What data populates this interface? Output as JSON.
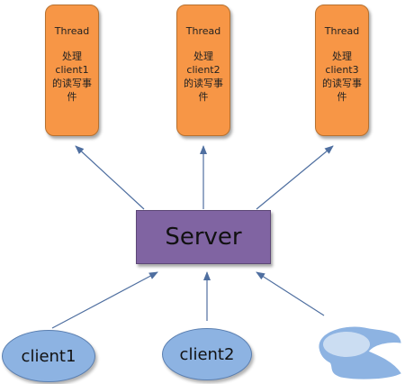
{
  "threads": [
    {
      "name": "Thread",
      "desc": "处理client1的读写事件"
    },
    {
      "name": "Thread",
      "desc": "处理client2的读写事件"
    },
    {
      "name": "Thread",
      "desc": "处理client3的读写事件"
    }
  ],
  "server": {
    "label": "Server"
  },
  "clients": [
    {
      "label": "client1"
    },
    {
      "label": "client2"
    }
  ],
  "colors": {
    "thread": "#f79646",
    "server": "#8064a2",
    "client": "#8db3e2",
    "arrow": "#4f6fa0"
  }
}
